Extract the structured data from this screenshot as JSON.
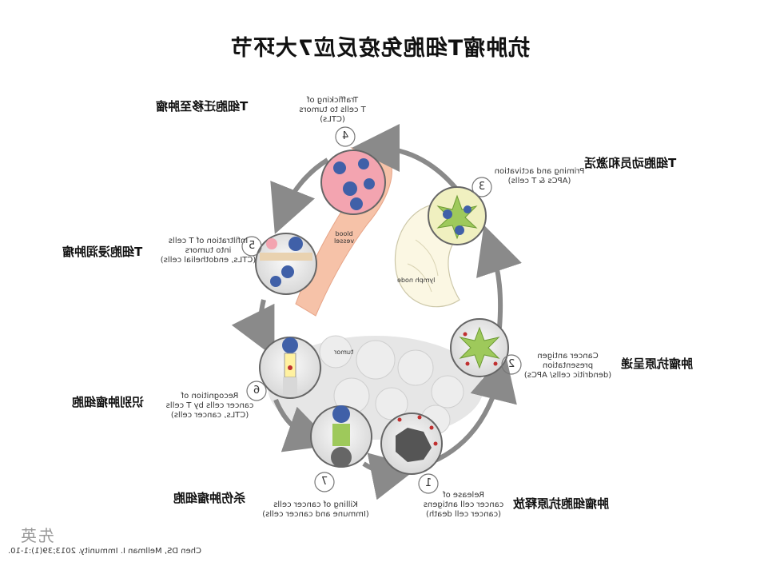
{
  "title": "抗肿瘤T细胞免疫反应7大环节",
  "steps": [
    {
      "num": "1",
      "cn": "肿瘤细胞抗原释放",
      "en": "Release of\ncancer cell antigens\n(cancer cell death)"
    },
    {
      "num": "2",
      "cn": "肿瘤抗原呈递",
      "en": "Cancer antigen\npresentation\n(dendritic cells/ APCs)"
    },
    {
      "num": "3",
      "cn": "T细胞动员和激活",
      "en": "Priming and activation\n(APCs & T cells)"
    },
    {
      "num": "4",
      "cn": "T细胞迁移至肿瘤",
      "en": "Trafficking of\nT cells to tumors\n(CTLs)"
    },
    {
      "num": "5",
      "cn": "T细胞浸润肿瘤",
      "en": "Infiltration of T cells\ninto tumors\n(CTLs, endothelial cells)"
    },
    {
      "num": "6",
      "cn": "识别肿瘤细胞",
      "en": "Recognition of\ncancer cells by T cells\n(CTLs, cancer cells)"
    },
    {
      "num": "7",
      "cn": "杀伤肿瘤细胞",
      "en": "Killing of cancer cells\n(Immune and cancer cells)"
    }
  ],
  "labels": {
    "blood_vessel": "blood\nvessel",
    "lymph_node": "lymph node",
    "tumor": "tumor"
  },
  "citation": "Chen DS, Mellman I. Immunity. 2013;39(1):1-10.",
  "logo": "先英"
}
